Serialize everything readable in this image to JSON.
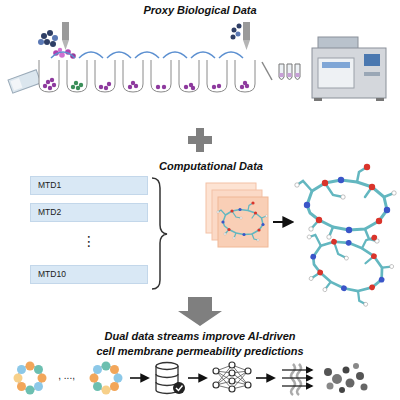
{
  "diagram": {
    "caption": "Dual data streams improve AI-driven cell membrane permeability predictions",
    "nodes": [
      {
        "text": [
          "MTD1"
        ]
      },
      {
        "text": [
          "MTD2"
        ]
      },
      {
        "text": [
          "MTD10"
        ]
      }
    ],
    "labels": [
      "Proxy Biological Data",
      "Computational Data",
      "⋮",
      ", ..., "
    ]
  }
}
